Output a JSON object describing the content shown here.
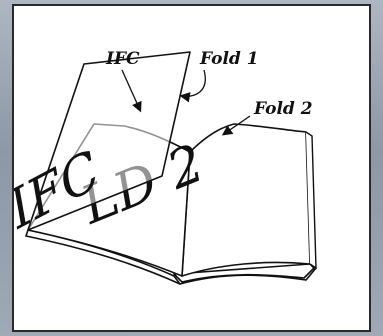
{
  "labels": {
    "ifc": "IFC",
    "fold1": "Fold 1",
    "fold2": "Fold 2"
  },
  "flap_text": "IFC",
  "page_text": "LD 2",
  "colors": {
    "ink": "#111111",
    "paper": "#ffffff",
    "frame": "#2a2a2a",
    "background": "#9aa3b0"
  }
}
